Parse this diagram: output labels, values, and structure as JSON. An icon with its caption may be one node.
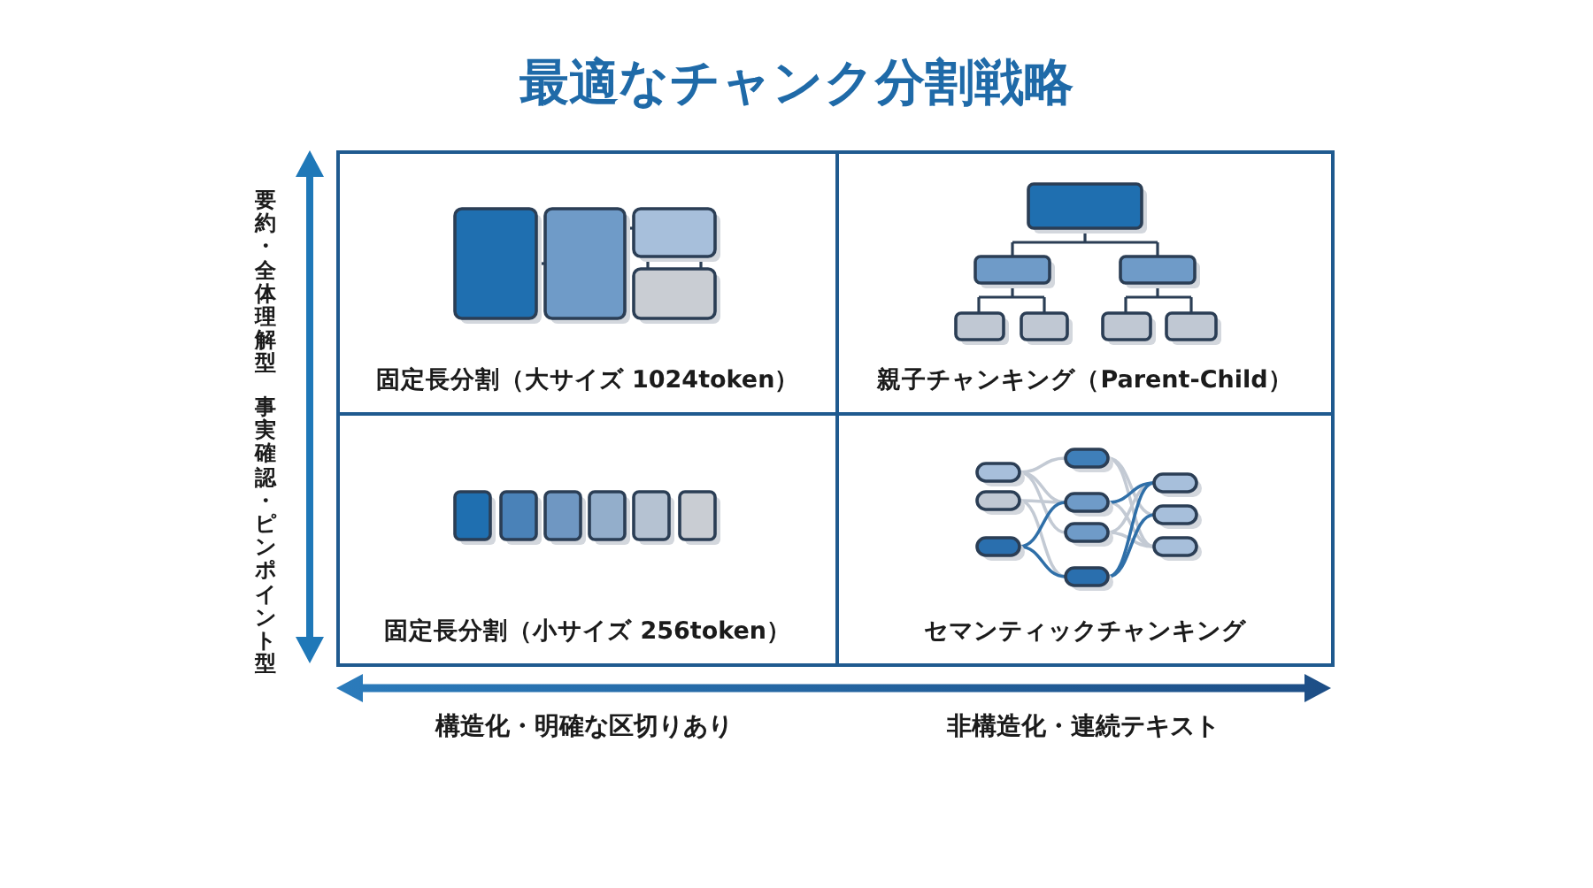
{
  "diagram": {
    "title": "最適なチャンク分割戦略",
    "nodes": [
      {
        "text": [
          "固定長分割（大サイズ 1024token）"
        ]
      },
      {
        "text": [
          "親子チャンキング（Parent-Child）"
        ]
      },
      {
        "text": [
          "固定長分割（小サイズ 256token）"
        ]
      },
      {
        "text": [
          "セマンティックチャンキング"
        ]
      }
    ],
    "labels": [
      "要約・全体理解型",
      "事実確認・ピンポイント型",
      "構造化・明確な区切りあり",
      "非構造化・連続テキスト"
    ]
  }
}
